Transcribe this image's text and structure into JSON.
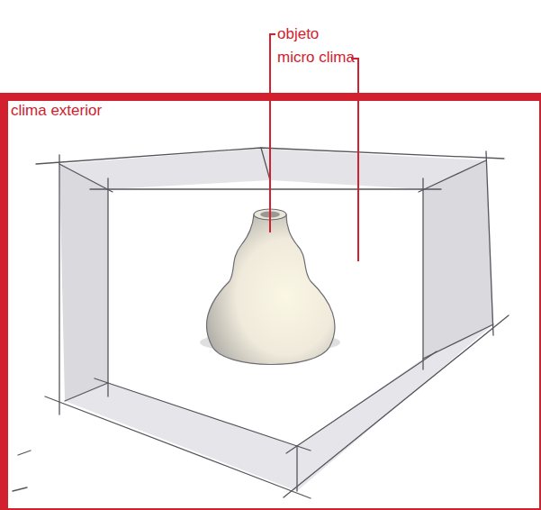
{
  "diagram": {
    "nodes": [
      {
        "text": [
          "clima exterior"
        ]
      }
    ],
    "labels": [
      "objeto",
      "micro clima"
    ]
  }
}
